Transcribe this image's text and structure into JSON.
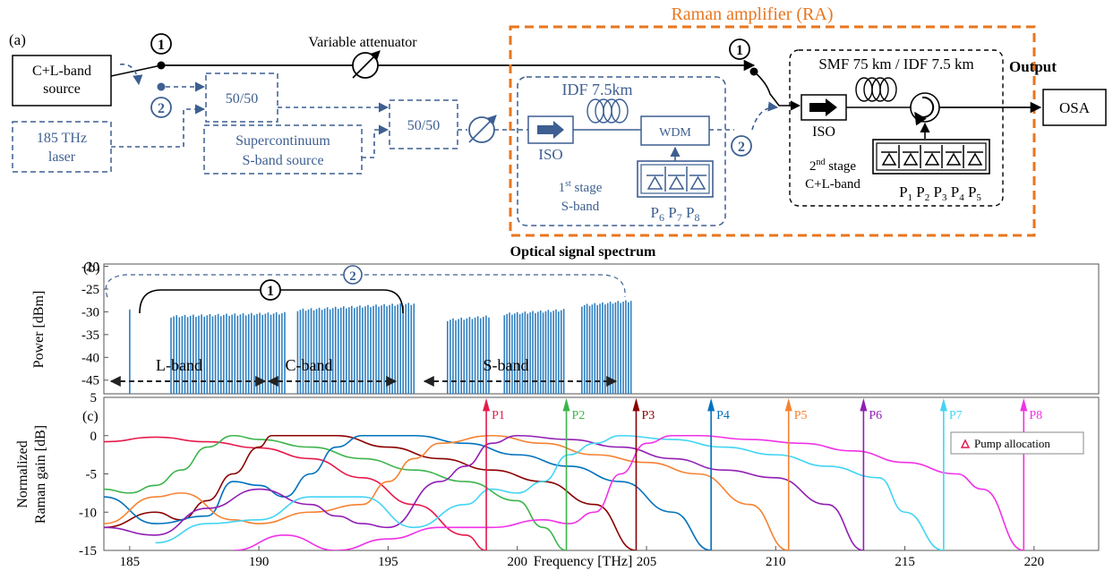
{
  "colors": {
    "blue": "#3d5f91",
    "orange": "#e8761e",
    "spectrum": "#2e7fc0",
    "pumps": [
      "#e6194b",
      "#3cb44b",
      "#8b0000",
      "#0072bd",
      "#f58231",
      "#911eb4",
      "#42d4f4",
      "#f032e6"
    ]
  },
  "diagram": {
    "panel_a_label": "(a)",
    "source_label_line1": "C+L-band",
    "source_label_line2": "source",
    "laser_line1": "185 THz",
    "laser_line2": "laser",
    "attenuator_label": "Variable attenuator",
    "coupler1": "50/50",
    "coupler2": "50/50",
    "supercont_line1": "Supercontinuum",
    "supercont_line2": "S-band source",
    "ra_title": "Raman amplifier (RA)",
    "idf_label": "IDF 7.5km",
    "iso1": "ISO",
    "wdm": "WDM",
    "stage1_sup": "st",
    "stage1_line1a": "1",
    "stage1_line1b": " stage",
    "stage1_line2": "S-band",
    "pumps1_label": "P6 P7 P8",
    "pumps1": [
      "P",
      "6",
      "P",
      "7",
      "P",
      "8"
    ],
    "smf_label": "SMF 75 km / IDF 7.5 km",
    "output_label": "Output",
    "osa": "OSA",
    "iso2": "ISO",
    "stage2_sup": "nd",
    "stage2_line1a": "2",
    "stage2_line1b": " stage",
    "stage2_line2": "C+L-band",
    "pumps2": [
      "P",
      "1",
      "P",
      "2",
      "P",
      "3",
      "P",
      "4",
      "P",
      "5"
    ],
    "marker1": "1",
    "marker2": "2"
  },
  "spectrum": {
    "panel_label": "(b)",
    "title": "Optical signal spectrum",
    "ylabel": "Power [dBm]",
    "yticks": [
      "-20",
      "-25",
      "-30",
      "-35",
      "-40",
      "-45"
    ],
    "bands": [
      "L-band",
      "C-band",
      "S-band"
    ],
    "marker1": "1",
    "marker2": "2"
  },
  "chart_data": {
    "type": "line",
    "panel_label": "(c)",
    "xlabel": "Frequency [THz]",
    "ylabel_line1": "Normalized",
    "ylabel_line2": "Raman gain [dB]",
    "xlim": [
      184,
      222.5
    ],
    "ylim": [
      -15,
      5
    ],
    "xticks": [
      "185",
      "190",
      "195",
      "200",
      "205",
      "210",
      "215",
      "220"
    ],
    "yticks": [
      "5",
      "0",
      "-5",
      "-10",
      "-15"
    ],
    "legend": "Pump allocation",
    "pump_labels": [
      "P1",
      "P2",
      "P3",
      "P4",
      "P5",
      "P6",
      "P7",
      "P8"
    ],
    "pump_freqs": [
      198.8,
      201.9,
      204.6,
      207.5,
      210.5,
      213.4,
      216.5,
      219.6
    ],
    "series": [
      {
        "x": [
          184,
          186,
          188,
          190,
          192,
          194,
          196,
          198,
          198.8
        ],
        "y": [
          -0.8,
          -0.2,
          -0.8,
          -1.6,
          -3,
          -5.5,
          -9,
          -13,
          -15
        ]
      },
      {
        "x": [
          184,
          185,
          186,
          187,
          188,
          189,
          190,
          192,
          194,
          196,
          198,
          200,
          201,
          201.9
        ],
        "y": [
          -7,
          -7.5,
          -6.5,
          -4.5,
          -1.5,
          0,
          -0.5,
          -1.5,
          -3,
          -4.5,
          -6,
          -8.5,
          -12,
          -15
        ]
      },
      {
        "x": [
          184,
          186,
          187,
          188,
          189,
          190,
          190.5,
          191,
          193,
          195,
          197,
          199,
          201,
          203,
          204.6
        ],
        "y": [
          -12,
          -10,
          -11,
          -8.5,
          -5,
          -1.5,
          0,
          0,
          0,
          -1.5,
          -3,
          -4.5,
          -6,
          -9,
          -15
        ]
      },
      {
        "x": [
          184,
          186,
          188,
          189,
          190,
          191,
          192,
          193,
          194,
          196,
          198,
          200,
          202,
          204,
          206,
          207.5
        ],
        "y": [
          -8,
          -11.5,
          -10.5,
          -6,
          -6.5,
          -8,
          -5,
          -1.5,
          0,
          0,
          -1,
          -2.5,
          -4,
          -6,
          -10,
          -15
        ]
      },
      {
        "x": [
          184,
          186,
          187,
          189,
          190,
          192,
          194,
          195,
          196,
          197,
          199,
          201,
          203,
          205,
          207,
          209,
          210.5
        ],
        "y": [
          -11.5,
          -8,
          -7.5,
          -11,
          -11.5,
          -10,
          -9,
          -6,
          -3,
          -1,
          0,
          -1,
          -2.5,
          -3.5,
          -5,
          -9,
          -15
        ]
      },
      {
        "x": [
          184,
          186,
          188,
          190,
          192,
          193,
          194,
          195,
          197,
          198,
          199,
          200,
          202,
          204,
          206,
          208,
          210,
          212,
          213.4
        ],
        "y": [
          -12,
          -13,
          -9.5,
          -7,
          -9,
          -10.5,
          -11.5,
          -12,
          -6,
          -4,
          -1,
          0,
          -0.5,
          -1.5,
          -3,
          -4.5,
          -5.5,
          -9,
          -15
        ]
      },
      {
        "x": [
          186,
          188,
          190,
          192,
          194,
          196,
          198,
          199,
          200,
          201,
          202,
          203,
          204,
          206,
          208,
          210,
          212,
          214,
          215,
          216.5
        ],
        "y": [
          -14,
          -11.5,
          -11,
          -8,
          -8,
          -12,
          -9,
          -7,
          -7.5,
          -6,
          -2.5,
          -1,
          0,
          -0.5,
          -1.5,
          -2.5,
          -4,
          -5.5,
          -10,
          -15
        ]
      },
      {
        "x": [
          189,
          191,
          193,
          195,
          197,
          199,
          201,
          202,
          203,
          204,
          205,
          206,
          207,
          209,
          211,
          213,
          215,
          217,
          218,
          219.6
        ],
        "y": [
          -15,
          -13,
          -15,
          -13.5,
          -12,
          -12,
          -11,
          -11.5,
          -10,
          -5,
          -1,
          0,
          0,
          -0.5,
          -1,
          -2,
          -3.5,
          -5,
          -7,
          -15
        ]
      }
    ]
  }
}
